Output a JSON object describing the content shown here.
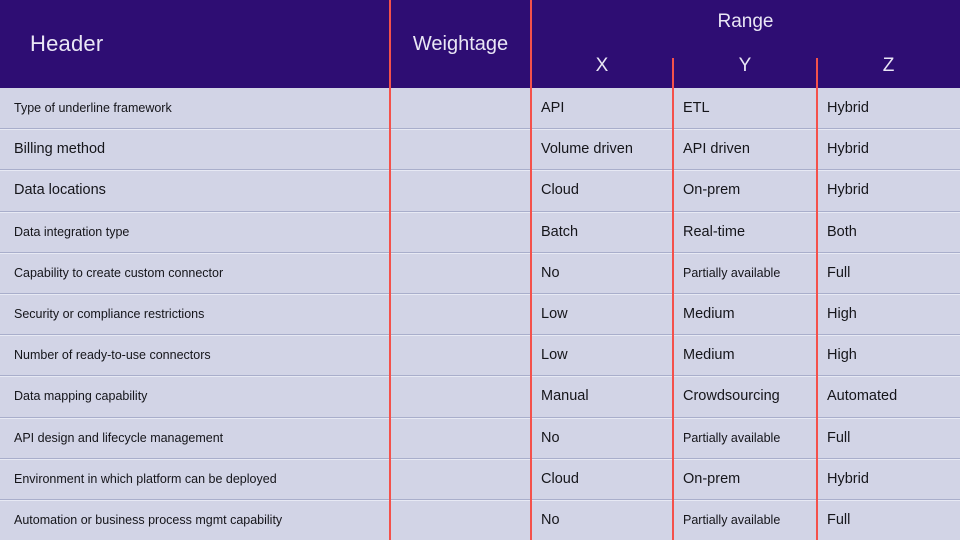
{
  "colors": {
    "header_bg": "#2e0d73",
    "row_bg": "#d2d4e6",
    "divider_red": "#f4514b",
    "header_text": "#e9e6f5",
    "body_text": "#15151a"
  },
  "table": {
    "header": {
      "col1": "Header",
      "col2": "Weightage",
      "range_label": "Range",
      "sub_columns": [
        "X",
        "Y",
        "Z"
      ]
    },
    "rows": [
      {
        "label": "Type of underline framework",
        "weightage": "",
        "x": "API",
        "y": "ETL",
        "z": "Hybrid"
      },
      {
        "label": "Billing method",
        "weightage": "",
        "x": "Volume driven",
        "y": "API driven",
        "z": "Hybrid"
      },
      {
        "label": "Data locations",
        "weightage": "",
        "x": "Cloud",
        "y": "On-prem",
        "z": "Hybrid"
      },
      {
        "label": "Data integration type",
        "weightage": "",
        "x": "Batch",
        "y": "Real-time",
        "z": "Both"
      },
      {
        "label": "Capability to create custom connector",
        "weightage": "",
        "x": "No",
        "y": "Partially available",
        "z": "Full"
      },
      {
        "label": "Security or compliance restrictions",
        "weightage": "",
        "x": "Low",
        "y": "Medium",
        "z": "High"
      },
      {
        "label": "Number of ready-to-use connectors",
        "weightage": "",
        "x": "Low",
        "y": "Medium",
        "z": "High"
      },
      {
        "label": "Data mapping capability",
        "weightage": "",
        "x": "Manual",
        "y": "Crowdsourcing",
        "z": "Automated"
      },
      {
        "label": "API design and lifecycle management",
        "weightage": "",
        "x": "No",
        "y": "Partially available",
        "z": "Full"
      },
      {
        "label": "Environment in which platform can be deployed",
        "weightage": "",
        "x": "Cloud",
        "y": "On-prem",
        "z": "Hybrid"
      },
      {
        "label": "Automation or business process mgmt capability",
        "weightage": "",
        "x": "No",
        "y": "Partially available",
        "z": "Full"
      }
    ]
  }
}
